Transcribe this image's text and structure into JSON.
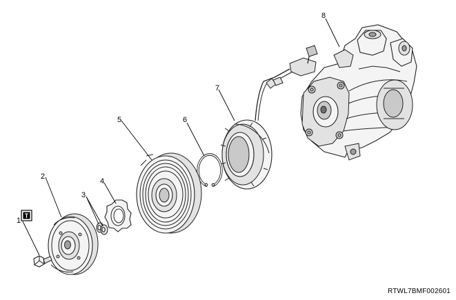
{
  "callouts": {
    "c1": "1",
    "c2": "2",
    "c3": "3",
    "c4": "4",
    "c5": "5",
    "c6": "6",
    "c7": "7",
    "c8": "8"
  },
  "torque_symbol": "T",
  "document_code": "RTWL7BMF002601"
}
